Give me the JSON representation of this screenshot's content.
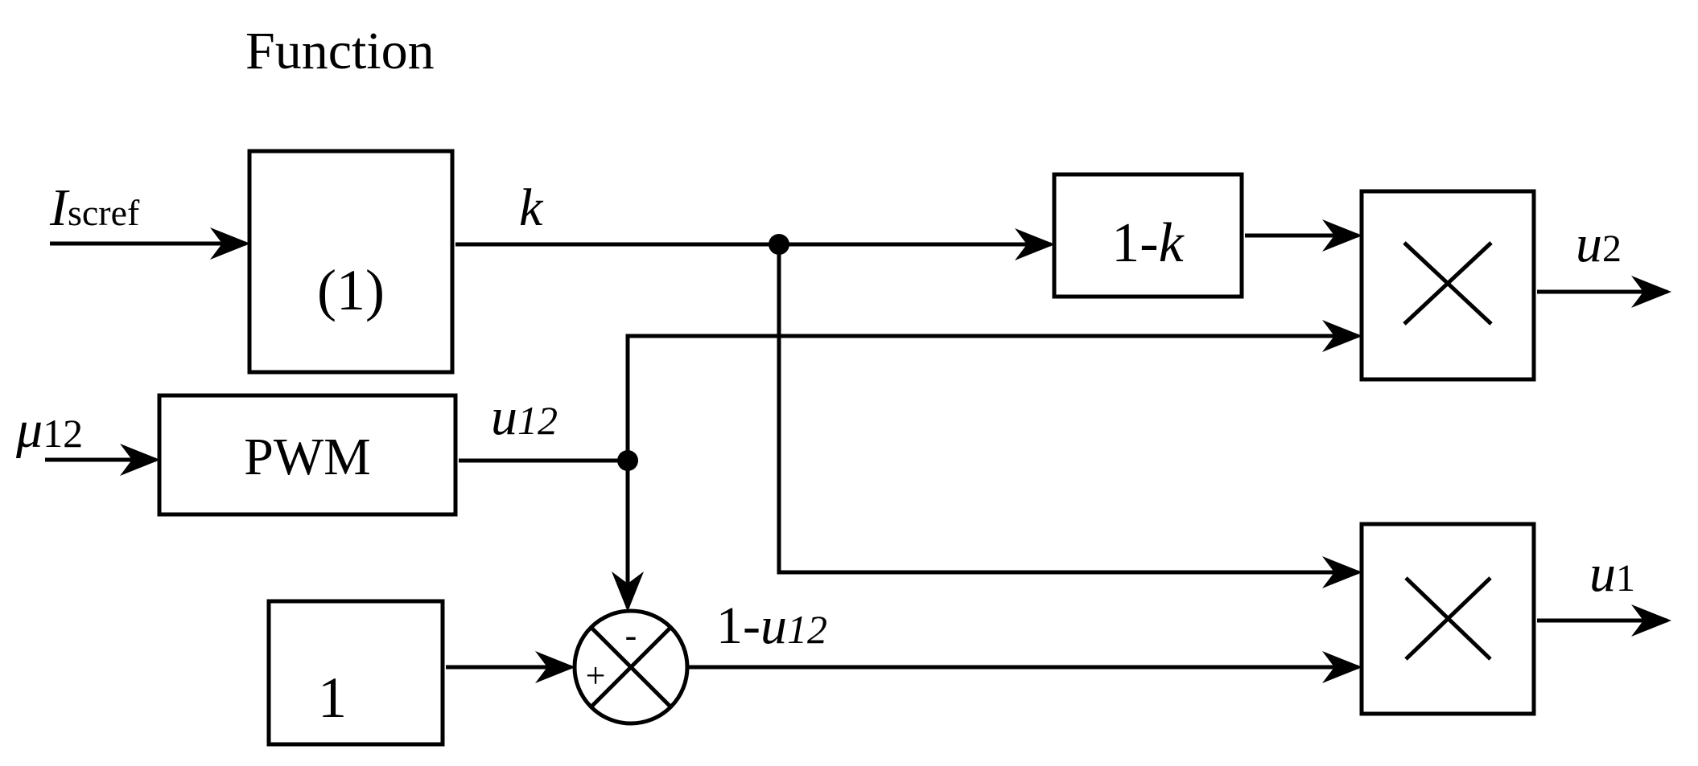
{
  "title": "Function",
  "blocks": {
    "function_block": "(1)",
    "pwm_block": "PWM",
    "one_minus_k_prefix": "1-",
    "one_minus_k_var": "k",
    "constant_block": "1"
  },
  "signals": {
    "input_current_main": "I",
    "input_current_sub": "scref",
    "input_mu_main": "μ",
    "input_mu_sub": "12",
    "k": "k",
    "u12_main": "u",
    "u12_sub": "12",
    "one_minus_u12_prefix": "1-",
    "one_minus_u12_main": "u",
    "one_minus_u12_sub": "12",
    "u2_main": "u",
    "u2_sub": "2",
    "u1_main": "u",
    "u1_sub": "1"
  },
  "summing_junction": {
    "minus": "-",
    "plus": "+"
  }
}
